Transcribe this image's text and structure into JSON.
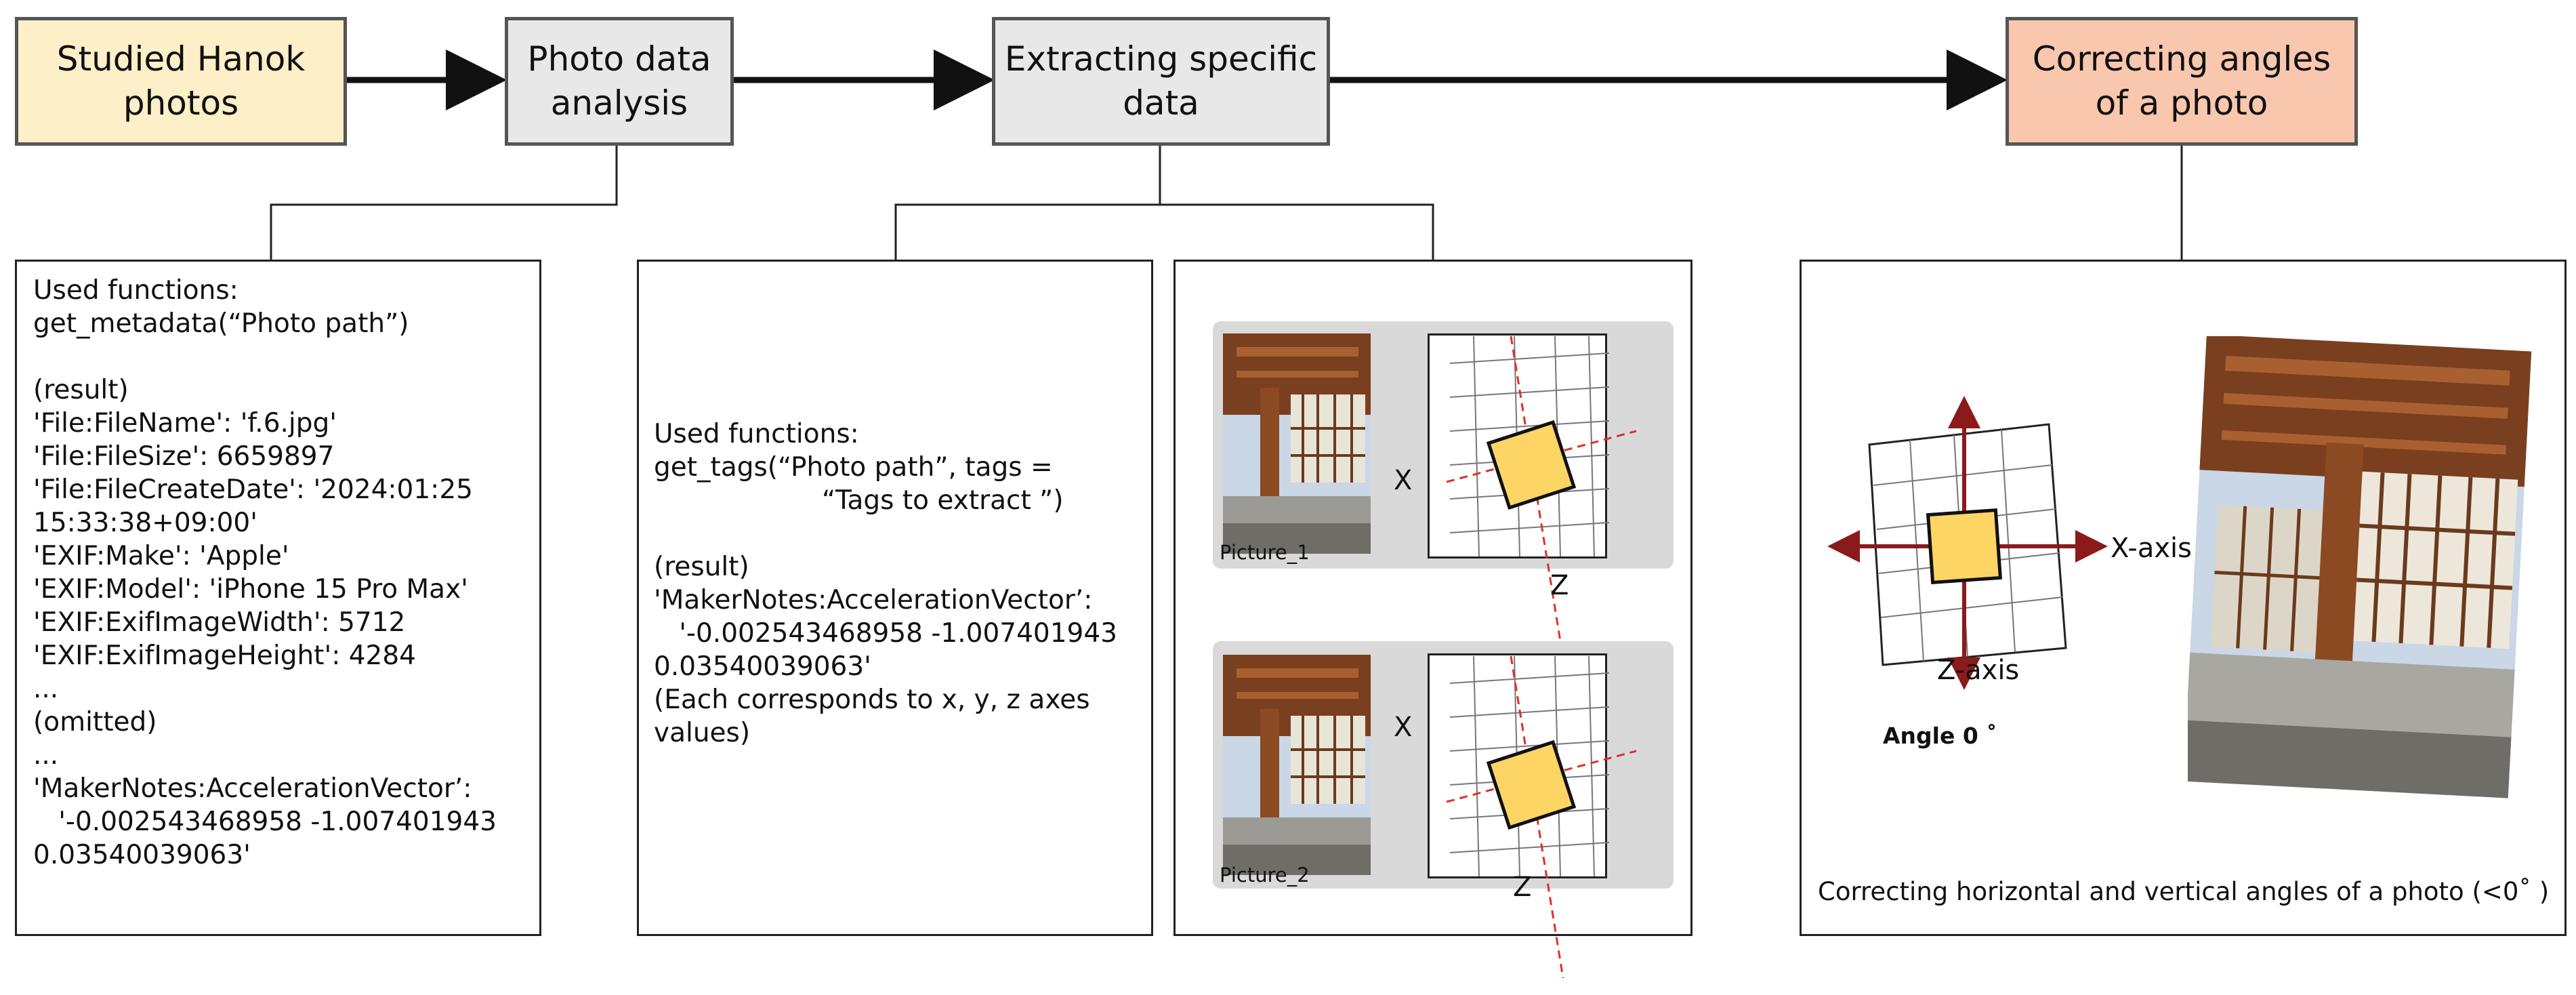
{
  "steps": [
    {
      "label": "Studied Hanok\nphotos",
      "fill": "#fdefc7"
    },
    {
      "label": "Photo data\nanalysis",
      "fill": "#e8e8e8"
    },
    {
      "label": "Extracting specific\ndata",
      "fill": "#e8e8e8"
    },
    {
      "label": "Correcting angles\nof a photo",
      "fill": "#f9c7ae"
    }
  ],
  "panels": {
    "metadata": {
      "lines": [
        "Used functions:",
        "get_metadata(“Photo path”)",
        "",
        "(result)",
        "'File:FileName': 'f.6.jpg'",
        "'File:FileSize': 6659897",
        "'File:FileCreateDate': '2024:01:25",
        "15:33:38+09:00'",
        "'EXIF:Make': 'Apple'",
        "'EXIF:Model': 'iPhone 15 Pro Max'",
        "'EXIF:ExifImageWidth': 5712",
        "'EXIF:ExifImageHeight': 4284",
        "...",
        "(omitted)",
        "...",
        "'MakerNotes:AccelerationVector’:",
        "   '-0.002543468958 -1.007401943",
        "0.03540039063'"
      ]
    },
    "tags": {
      "lines": [
        "Used functions:",
        "get_tags(“Photo path”, tags =",
        "                    “Tags to extract ”)",
        "",
        "(result)",
        "'MakerNotes:AccelerationVector’:",
        "   '-0.002543468958 -1.007401943",
        "0.03540039063'",
        "(Each corresponds to x, y, z axes",
        "values)"
      ]
    },
    "pictures": {
      "picture_1": "Picture_1",
      "picture_2": "Picture_2",
      "x_label": "X",
      "z_label": "Z"
    },
    "correction": {
      "x_axis": "X-axis",
      "z_axis": "Z-axis",
      "angle": "Angle 0 ˚",
      "caption": "Correcting horizontal and vertical angles of a photo (<0˚ )"
    }
  },
  "colors": {
    "square_fill": "#fdd565",
    "arrow_red": "#8b1a1a",
    "dashed_red": "#e0302a",
    "card_gray": "#d9d9d9"
  }
}
